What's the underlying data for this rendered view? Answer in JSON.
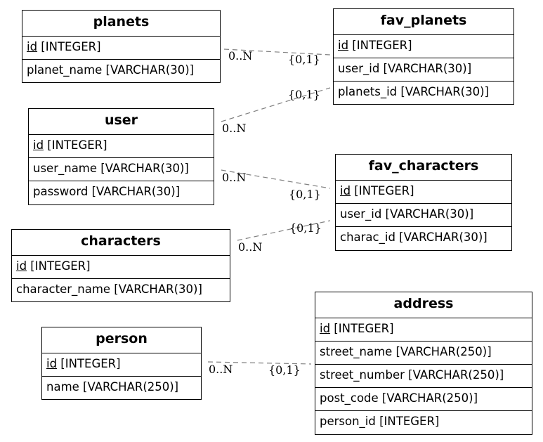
{
  "entities": {
    "planets": {
      "title": "planets",
      "attrs": [
        {
          "name": "id",
          "type": " [INTEGER]",
          "pk": true
        },
        {
          "name": "planet_name [VARCHAR(30)]",
          "type": "",
          "pk": false
        }
      ]
    },
    "fav_planets": {
      "title": "fav_planets",
      "attrs": [
        {
          "name": "id",
          "type": " [INTEGER]",
          "pk": true
        },
        {
          "name": "user_id [VARCHAR(30)]",
          "type": "",
          "pk": false
        },
        {
          "name": "planets_id [VARCHAR(30)]",
          "type": "",
          "pk": false
        }
      ]
    },
    "user": {
      "title": "user",
      "attrs": [
        {
          "name": "id",
          "type": " [INTEGER]",
          "pk": true
        },
        {
          "name": "user_name [VARCHAR(30)]",
          "type": "",
          "pk": false
        },
        {
          "name": "password [VARCHAR(30)]",
          "type": "",
          "pk": false
        }
      ]
    },
    "fav_characters": {
      "title": "fav_characters",
      "attrs": [
        {
          "name": "id",
          "type": " [INTEGER]",
          "pk": true
        },
        {
          "name": "user_id [VARCHAR(30)]",
          "type": "",
          "pk": false
        },
        {
          "name": "charac_id [VARCHAR(30)]",
          "type": "",
          "pk": false
        }
      ]
    },
    "characters": {
      "title": "characters",
      "attrs": [
        {
          "name": "id",
          "type": " [INTEGER]",
          "pk": true
        },
        {
          "name": "character_name [VARCHAR(30)]",
          "type": "",
          "pk": false
        }
      ]
    },
    "address": {
      "title": "address",
      "attrs": [
        {
          "name": "id",
          "type": " [INTEGER]",
          "pk": true
        },
        {
          "name": "street_name [VARCHAR(250)]",
          "type": "",
          "pk": false
        },
        {
          "name": "street_number [VARCHAR(250)]",
          "type": "",
          "pk": false
        },
        {
          "name": "post_code [VARCHAR(250)]",
          "type": "",
          "pk": false
        },
        {
          "name": "person_id [INTEGER]",
          "type": "",
          "pk": false
        }
      ]
    },
    "person": {
      "title": "person",
      "attrs": [
        {
          "name": "id",
          "type": " [INTEGER]",
          "pk": true
        },
        {
          "name": "name [VARCHAR(250)]",
          "type": "",
          "pk": false
        }
      ]
    }
  },
  "relationships": [
    {
      "from": "planets",
      "to": "fav_planets",
      "from_card": "0..N",
      "to_card": "{0,1}"
    },
    {
      "from": "user",
      "to": "fav_planets",
      "from_card": "0..N",
      "to_card": "{0,1}"
    },
    {
      "from": "user",
      "to": "fav_characters",
      "from_card": "0..N",
      "to_card": "{0,1}"
    },
    {
      "from": "characters",
      "to": "fav_characters",
      "from_card": "0..N",
      "to_card": "{0,1}"
    },
    {
      "from": "person",
      "to": "address",
      "from_card": "0..N",
      "to_card": "{0,1}"
    }
  ]
}
